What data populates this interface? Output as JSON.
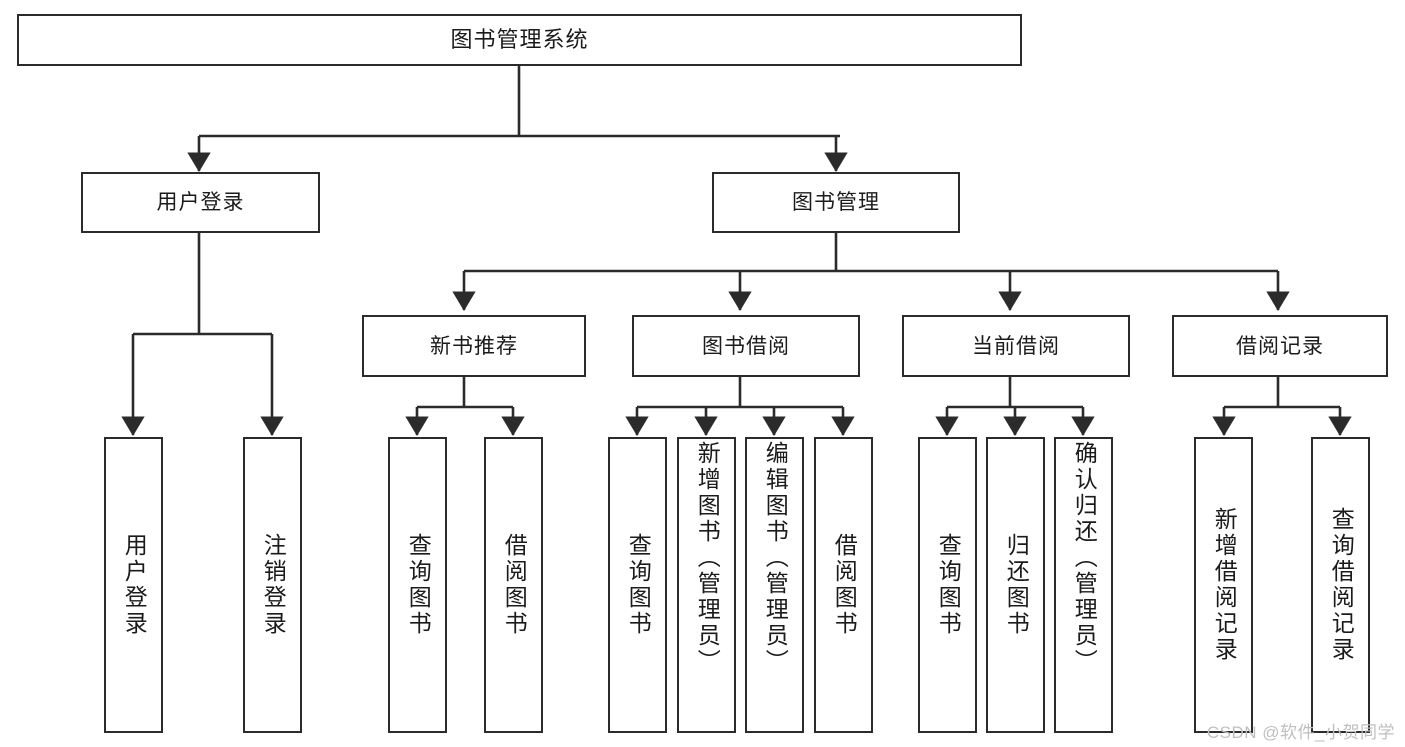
{
  "diagram": {
    "type": "tree",
    "title": "图书管理系统",
    "orientation": "top-down",
    "colors": {
      "background": "#ffffff",
      "node_fill": "#ffffff",
      "node_border": "#2b2b2b",
      "edge": "#2b2b2b",
      "text": "#1b1b1b",
      "watermark": "#bfbfbf"
    }
  },
  "watermark": "CSDN @软件_小贺同学",
  "nodes": {
    "root": {
      "label": "图书管理系统",
      "level": 1
    },
    "l2": [
      {
        "id": "user-login",
        "label": "用户登录",
        "level": 2
      },
      {
        "id": "book-manage",
        "label": "图书管理",
        "level": 2
      }
    ],
    "l3": [
      {
        "id": "new-book-recommend",
        "label": "新书推荐",
        "level": 3,
        "parent": "book-manage"
      },
      {
        "id": "book-borrow",
        "label": "图书借阅",
        "level": 3,
        "parent": "book-manage"
      },
      {
        "id": "current-borrow",
        "label": "当前借阅",
        "level": 3,
        "parent": "book-manage"
      },
      {
        "id": "borrow-record",
        "label": "借阅记录",
        "level": 3,
        "parent": "book-manage"
      }
    ],
    "leaves": [
      {
        "id": "leaf-user-login",
        "label": "用户登录",
        "parent": "user-login",
        "align": "center"
      },
      {
        "id": "leaf-logout",
        "label": "注销登录",
        "parent": "user-login",
        "align": "center"
      },
      {
        "id": "leaf-query-book-1",
        "label": "查询图书",
        "parent": "new-book-recommend",
        "align": "center"
      },
      {
        "id": "leaf-borrow-book-1",
        "label": "借阅图书",
        "parent": "new-book-recommend",
        "align": "center"
      },
      {
        "id": "leaf-query-book-2",
        "label": "查询图书",
        "parent": "book-borrow",
        "align": "center"
      },
      {
        "id": "leaf-add-book-admin",
        "label": "新增图书（管理员）",
        "parent": "book-borrow",
        "align": "top"
      },
      {
        "id": "leaf-edit-book-admin",
        "label": "编辑图书（管理员）",
        "parent": "book-borrow",
        "align": "top"
      },
      {
        "id": "leaf-borrow-book-2",
        "label": "借阅图书",
        "parent": "book-borrow",
        "align": "center"
      },
      {
        "id": "leaf-query-book-3",
        "label": "查询图书",
        "parent": "current-borrow",
        "align": "center"
      },
      {
        "id": "leaf-return-book",
        "label": "归还图书",
        "parent": "current-borrow",
        "align": "center"
      },
      {
        "id": "leaf-confirm-return-admin",
        "label": "确认归还（管理员）",
        "parent": "current-borrow",
        "align": "top"
      },
      {
        "id": "leaf-add-borrow-record",
        "label": "新增借阅记录",
        "parent": "borrow-record",
        "align": "center"
      },
      {
        "id": "leaf-query-borrow-record",
        "label": "查询借阅记录",
        "parent": "borrow-record",
        "align": "center"
      }
    ]
  }
}
